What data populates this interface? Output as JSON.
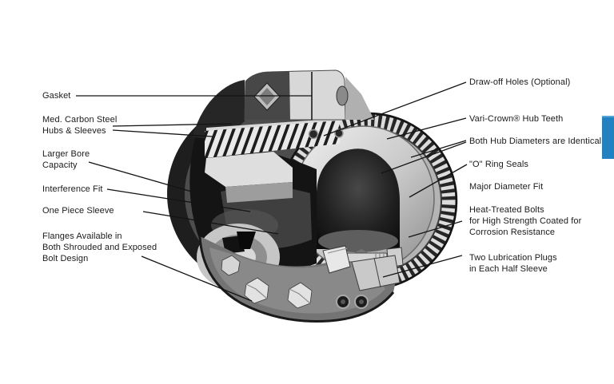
{
  "page": {
    "background_color": "#ffffff",
    "accent_bar_color": "#2181c1"
  },
  "diagram": {
    "subject": "gear coupling cutaway",
    "labels": {
      "left": [
        {
          "id": "gasket",
          "text": "Gasket"
        },
        {
          "id": "hubs-sleeves",
          "text": "Med. Carbon Steel\nHubs & Sleeves"
        },
        {
          "id": "larger-bore",
          "text": "Larger Bore\nCapacity"
        },
        {
          "id": "interference-fit",
          "text": "Interference Fit"
        },
        {
          "id": "one-piece-sleeve",
          "text": "One Piece Sleeve"
        },
        {
          "id": "flanges",
          "text": "Flanges Available in\nBoth Shrouded and Exposed\nBolt Design"
        }
      ],
      "right": [
        {
          "id": "draw-off-holes",
          "text": "Draw-off Holes (Optional)"
        },
        {
          "id": "vari-crown-teeth",
          "text": "Vari-Crown® Hub Teeth"
        },
        {
          "id": "hub-diameters",
          "text": "Both Hub Diameters are Identical"
        },
        {
          "id": "o-ring-seals",
          "text": "\"O\" Ring Seals"
        },
        {
          "id": "major-diameter-fit",
          "text": "Major Diameter Fit"
        },
        {
          "id": "heat-treated-bolts",
          "text": "Heat-Treated Bolts\nfor High Strength Coated for\nCorrosion Resistance"
        },
        {
          "id": "lubrication-plugs",
          "text": "Two Lubrication Plugs\nin Each Half Sleeve"
        }
      ]
    }
  }
}
